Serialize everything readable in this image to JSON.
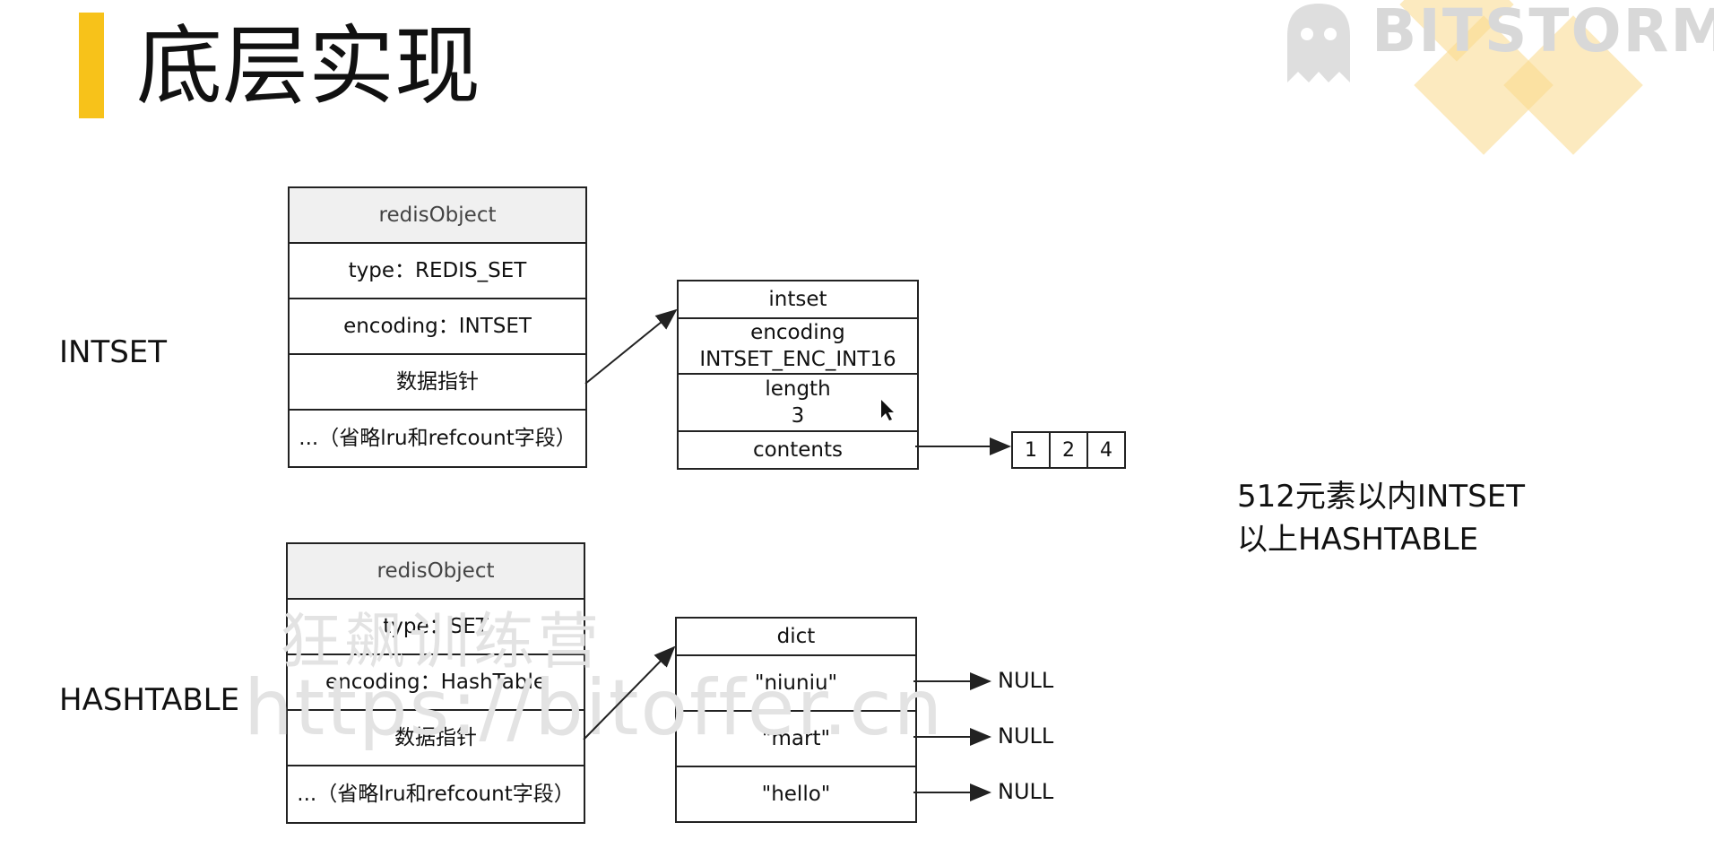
{
  "slide": {
    "title": "底层实现",
    "brand": "BITSTORM"
  },
  "labels": {
    "intset": "INTSET",
    "hashtable": "HASHTABLE"
  },
  "intset_redis_object": {
    "header": "redisObject",
    "type": "type：REDIS_SET",
    "encoding": "encoding：INTSET",
    "ptr": "数据指针",
    "rest": "...（省略lru和refcount字段）"
  },
  "intset_struct": {
    "header": "intset",
    "encoding": "encoding\nINTSET_ENC_INT16",
    "length": "length\n3",
    "contents": "contents"
  },
  "contents_array": [
    "1",
    "2",
    "4"
  ],
  "hashtable_redis_object": {
    "header": "redisObject",
    "type": "type：SET",
    "encoding": "encoding：HashTable",
    "ptr": "数据指针",
    "rest": "...（省略lru和refcount字段）"
  },
  "dict": {
    "header": "dict",
    "entries": [
      "\"niuniu\"",
      "\"mart\"",
      "\"hello\""
    ],
    "null_label": "NULL"
  },
  "note": {
    "line1": "512元素以内INTSET",
    "line2": "以上HASHTABLE"
  },
  "watermark": {
    "line1": "狂飙训练营",
    "line2": "https://bitoffer.cn"
  },
  "colors": {
    "accent": "#f7c21a",
    "header_fill": "#f0f0f0",
    "border": "#222222"
  }
}
